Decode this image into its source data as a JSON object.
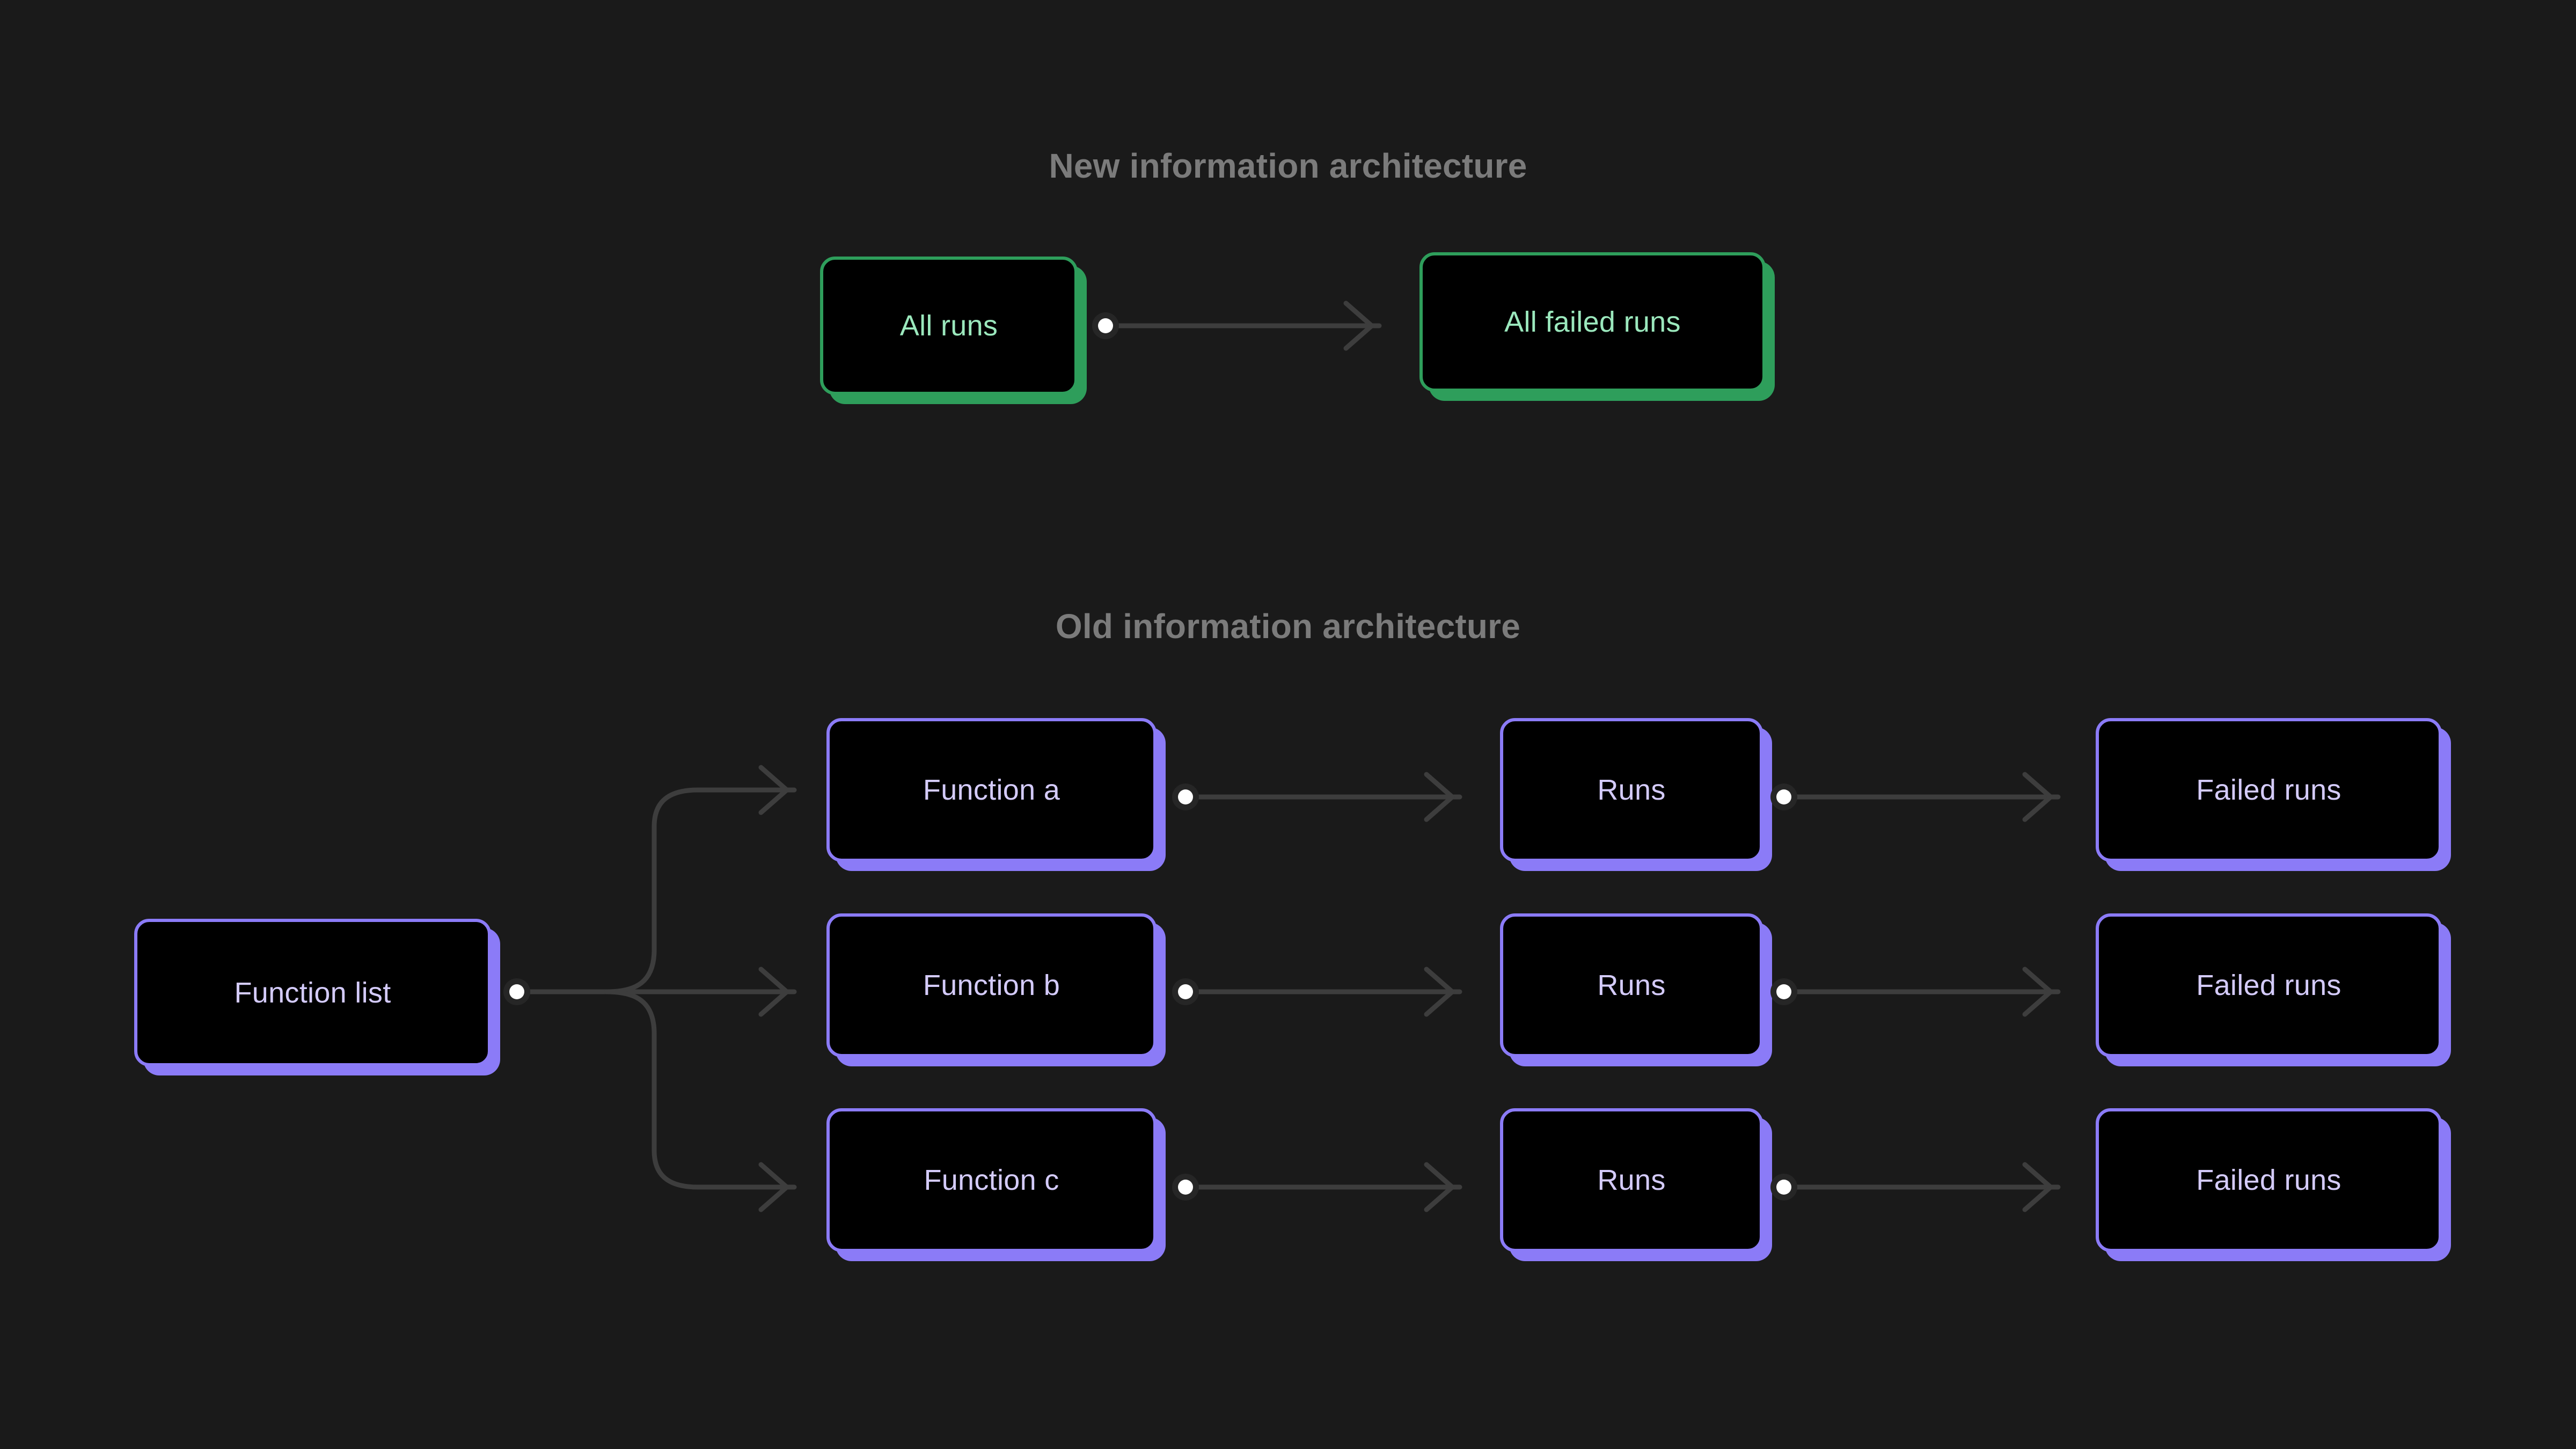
{
  "background_color": "#1a1a1a",
  "palette": {
    "green_accent": "#2e9e5b",
    "green_text": "#9be8bd",
    "purple_accent": "#8b7bf7",
    "purple_text": "#d4cbfb",
    "title_text": "#7b7b7b",
    "connector": "#3d3d3d",
    "connector_dot": "#ffffff",
    "node_fill": "#000000"
  },
  "sections": {
    "new": {
      "title": "New information architecture",
      "nodes": {
        "all_runs": "All runs",
        "all_failed_runs": "All failed runs"
      }
    },
    "old": {
      "title": "Old information architecture",
      "nodes": {
        "function_list": "Function list",
        "function_a": "Function a",
        "function_b": "Function b",
        "function_c": "Function c",
        "runs_a": "Runs",
        "runs_b": "Runs",
        "runs_c": "Runs",
        "failed_runs_a": "Failed runs",
        "failed_runs_b": "Failed runs",
        "failed_runs_c": "Failed runs"
      }
    }
  }
}
